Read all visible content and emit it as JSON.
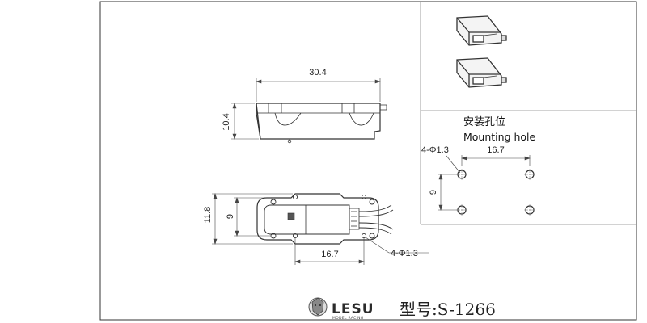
{
  "side_view": {
    "width_label": "30.4",
    "height_label": "10.4"
  },
  "top_view": {
    "outer_height_label": "11.8",
    "inner_height_label": "9",
    "hole_spacing_label": "16.7",
    "hole_label": "4-Φ1.3"
  },
  "mounting": {
    "title_cn": "安装孔位",
    "title_en": "Mounting hole",
    "hole_label": "4-Φ1.3",
    "width_label": "16.7",
    "height_label": "9"
  },
  "brand": {
    "logo_text": "LESU",
    "logo_sub": "MODEL RACING",
    "model_label": "型号:S-1266"
  }
}
